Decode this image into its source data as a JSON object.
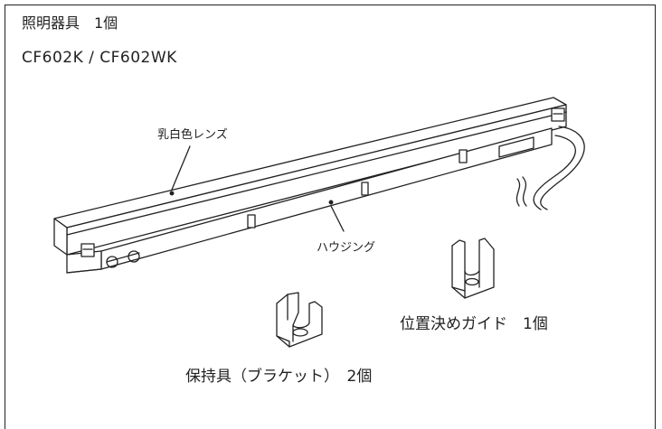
{
  "header": {
    "title": "照明器具　1個",
    "models": "CF602K / CF602WK"
  },
  "labels": {
    "lens": "乳白色レンズ",
    "housing": "ハウジング",
    "guide": "位置決めガイド　1個",
    "bracket": "保持具（ブラケット）　2個"
  },
  "colors": {
    "line": "#222222",
    "background": "#ffffff"
  }
}
